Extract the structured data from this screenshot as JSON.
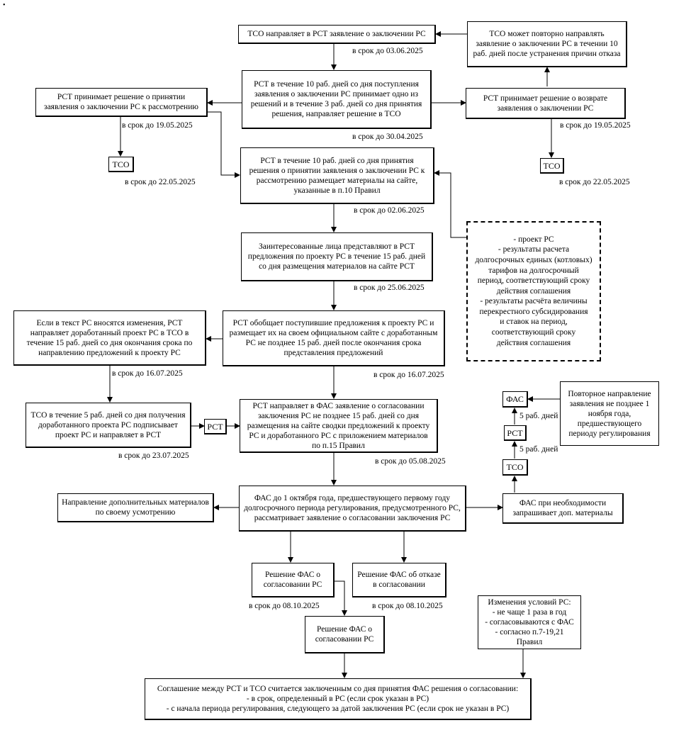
{
  "boxes": {
    "b1": "ТСО направляет в РСТ заявление о заключении РС",
    "b2": "ТСО может повторно направлять заявление о заключении РС в течении 10 раб. дней после устранения причин отказа",
    "b3": "РСТ в течение 10 раб. дней со дня поступления заявления о заключении РС принимает одно из решений и в течение 3 раб. дней со дня принятия решения, направляет решение в ТСО",
    "b4": "РСТ принимает решение о принятии заявления о заключении РС к рассмотрению",
    "b5": "РСТ принимает решение о возврате заявления о заключении РС",
    "tso_left": "ТСО",
    "tso_right": "ТСО",
    "b6": "РСТ в течение 10 раб. дней со дня принятия решения о принятии заявления о заключении РС к рассмотрению размещает материалы на сайте, указанные в п.10 Правил",
    "dashed": [
      "- проект РС",
      "- результаты расчета",
      "долгосрочных единых (котловых)",
      "тарифов на долгосрочный",
      "период, соответствующий сроку",
      "действия соглашения",
      "- результаты расчёта величины",
      "перекрестного субсидирования",
      "и ставок на период,",
      "соответствующий сроку",
      "действия соглашения"
    ],
    "b7": "Заинтересованные лица представляют в РСТ предложения по проекту РС в течение 15 раб. дней со дня размещения материалов на сайте РСТ",
    "b8": "РСТ обобщает поступившие предложения к проекту РС и размещает их на своем официальном сайте с доработанным РС не позднее 15 раб. дней после окончания срока представления предложений",
    "b9": "Если в текст РС вносятся изменения, РСТ направляет доработанный проект РС в ТСО в течение 15 раб. дней со дня окончания срока по направлению предложений к проекту РС",
    "b10": "ТСО в течение 5 раб. дней со дня получения доработанного проекта РС подписывает проект РС и направляет в РСТ",
    "rst_small": "РСТ",
    "b11": "РСТ направляет в ФАС заявление о согласовании заключения РС не позднее 15 раб. дней со дня размещения на сайте сводки предложений к проекту РС и доработанного РС с приложением материалов по п.15 Правил",
    "fas_small": "ФАС",
    "rst_small2": "РСТ",
    "tso_small": "ТСО",
    "repeat": "Повторное направление заявления не позднее 1 ноября года, предшествующего периоду регулирования",
    "b12": "Направление дополнительных материалов по своему усмотрению",
    "b13": "ФАС до 1 октября года, предшествующего первому году долгосрочного периода регулирования, предусмотренного РС, рассматривает заявление о согласовании заключения РС",
    "b14": "ФАС при необходимости запрашивает доп. материалы",
    "b15": "Решение ФАС о согласовании РС",
    "b16": "Решение ФАС об отказе в согласовании",
    "b17": "Решение ФАС о согласовании РС",
    "changes": [
      "Изменения условий РС:",
      "- не чаще 1 раза в год",
      "- согласовываются с ФАС",
      "- согласно п.7-19,21 Правил"
    ],
    "b18": [
      "Соглашение между РСТ и ТСО считается заключенным со дня принятия ФАС решения о согласовании:",
      "- в срок, определенный в РС (если срок указан в РС)",
      "- с начала периода регулирования, следующего за датой заключения РС (если срок не указан в РС)"
    ]
  },
  "labels": {
    "d1": "в срок до 03.06.2025",
    "d2": "в срок до 30.04.2025",
    "d3": "в срок до 19.05.2025",
    "d4": "в срок до 19.05.2025",
    "d5": "в срок до 22.05.2025",
    "d6": "в срок до 22.05.2025",
    "d7": "в срок до 02.06.2025",
    "d8": "в срок до 25.06.2025",
    "d9": "в срок до 16.07.2025",
    "d10": "в срок до 16.07.2025",
    "d11": "в срок до 23.07.2025",
    "d12": "в срок до 05.08.2025",
    "d13": "в срок до 08.10.2025",
    "d14": "в срок до 08.10.2025",
    "w1": "5 раб. дней",
    "w2": "5 раб. дней"
  }
}
